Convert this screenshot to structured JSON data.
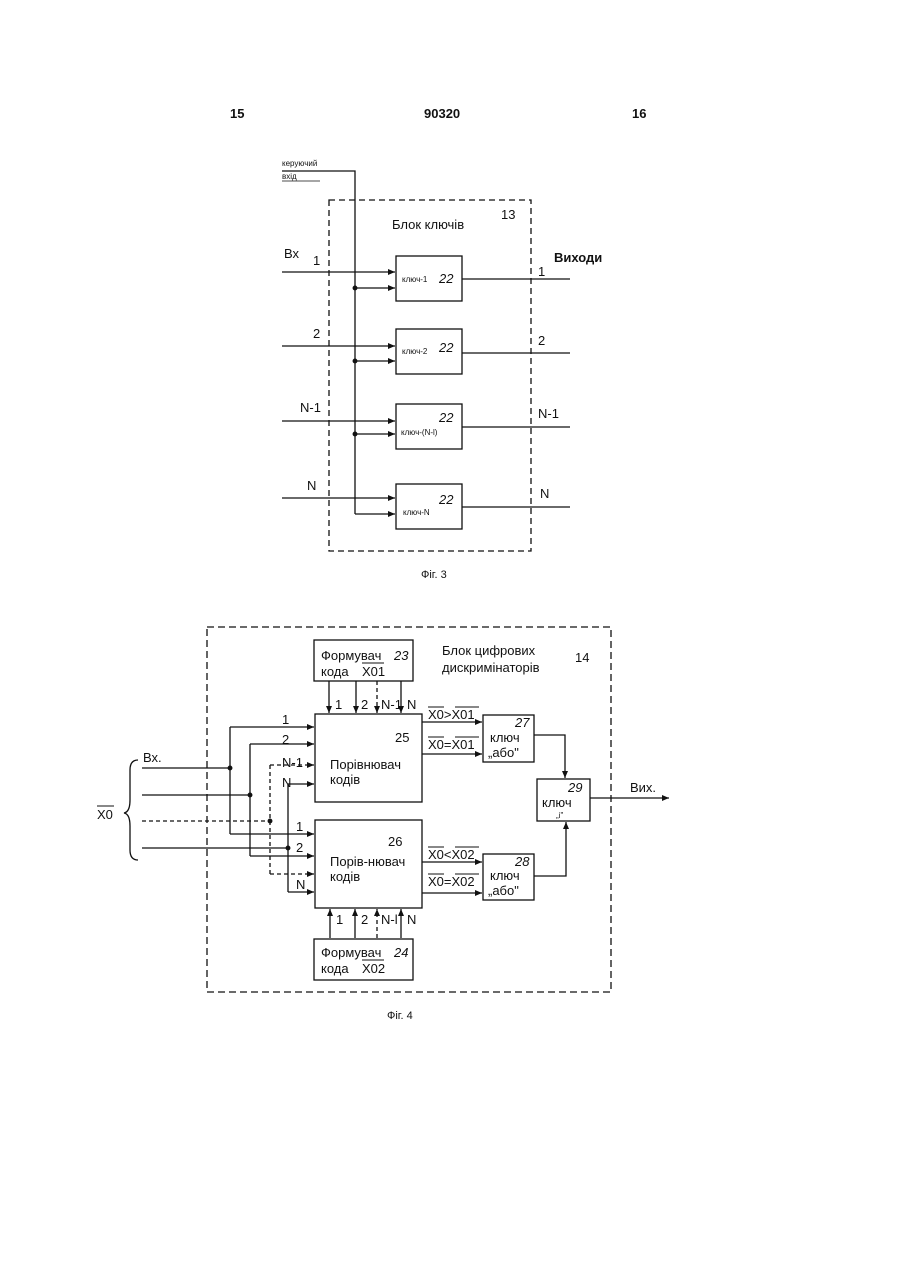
{
  "header": {
    "left_page": "15",
    "center_number": "90320",
    "right_page": "16"
  },
  "fig3": {
    "control_input": [
      "керуючий",
      "вхід"
    ],
    "block_title": "Блок ключів",
    "block_number": "13",
    "inputs_label": "Вх",
    "outputs_label": "Виходи",
    "channel_labels": [
      "1",
      "2",
      "N-1",
      "N"
    ],
    "key_labels": [
      "ключ-1",
      "ключ-2",
      "ключ-(N-l)",
      "ключ-N"
    ],
    "key_numbers": [
      "22",
      "22",
      "22",
      "22"
    ],
    "caption": "Фіг. 3"
  },
  "fig4": {
    "block_title": [
      "Блок цифрових",
      "дискримінаторів"
    ],
    "block_number": "14",
    "former1": {
      "line1": "Формувач",
      "num": "23",
      "line2": "кода",
      "code": "X01"
    },
    "former2": {
      "line1": "Формувач",
      "num": "24",
      "line2": "кода",
      "code": "X02"
    },
    "bus_labels": [
      "1",
      "2",
      "N-1",
      "N"
    ],
    "bus_labels_bottom": [
      "1",
      "2",
      "N-l",
      "N"
    ],
    "comparator1": {
      "num": "25",
      "line1": "Порівнювач",
      "line2": "кодів"
    },
    "comparator2": {
      "num": "26",
      "line1": "Порів-нювач",
      "line2": "кодів"
    },
    "input_label": "Вх.",
    "x0_label": "X0",
    "cmp1_out": {
      "gt": "X0>X01",
      "eq": "X0=X01"
    },
    "cmp2_out": {
      "lt": "X0<X02",
      "eq": "X0=X02"
    },
    "key27": {
      "num": "27",
      "line1": "ключ",
      "line2": "„або\""
    },
    "key28": {
      "num": "28",
      "line1": "ключ",
      "line2": "„або\""
    },
    "key29": {
      "num": "29",
      "line1": "ключ",
      "line2": "„і\""
    },
    "output_label": "Вих.",
    "caption": "Фіг. 4"
  }
}
